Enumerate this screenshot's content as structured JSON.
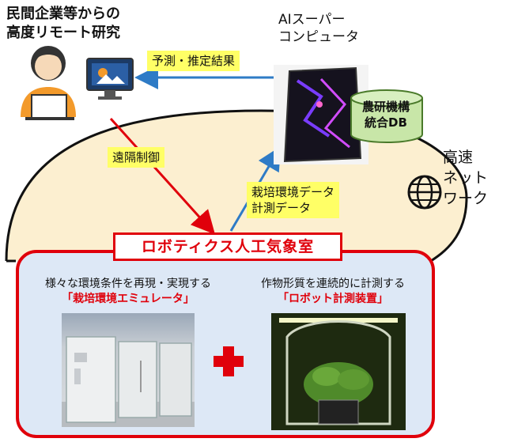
{
  "title": "民間企業等からの\n高度リモート研究",
  "supercomputer_label": "AIスーパー\nコンピュータ",
  "database_label": "農研機構\n統合DB",
  "network_label": "高速\nネット\nワーク",
  "arrows": {
    "prediction": "予測・推定結果",
    "remote_control": "遠隔制御",
    "measurement": "栽培環境データ\n計測データ"
  },
  "lab": {
    "title": "ロボティクス人工気象室",
    "left_caption": "様々な環境条件を再現・実現する",
    "left_name": "「栽培環境エミュレータ」",
    "right_caption": "作物形質を連続的に計測する",
    "right_name": "「ロボット計測装置」"
  },
  "colors": {
    "accent_red": "#e0000b",
    "label_yellow": "#ffff66",
    "network_fill": "#fcefd0",
    "lab_fill": "#dde8f6",
    "arrow_blue": "#2e7bc6"
  },
  "icons": [
    "person-icon",
    "monitor-icon",
    "globe-icon",
    "plus-icon",
    "database-icon"
  ]
}
